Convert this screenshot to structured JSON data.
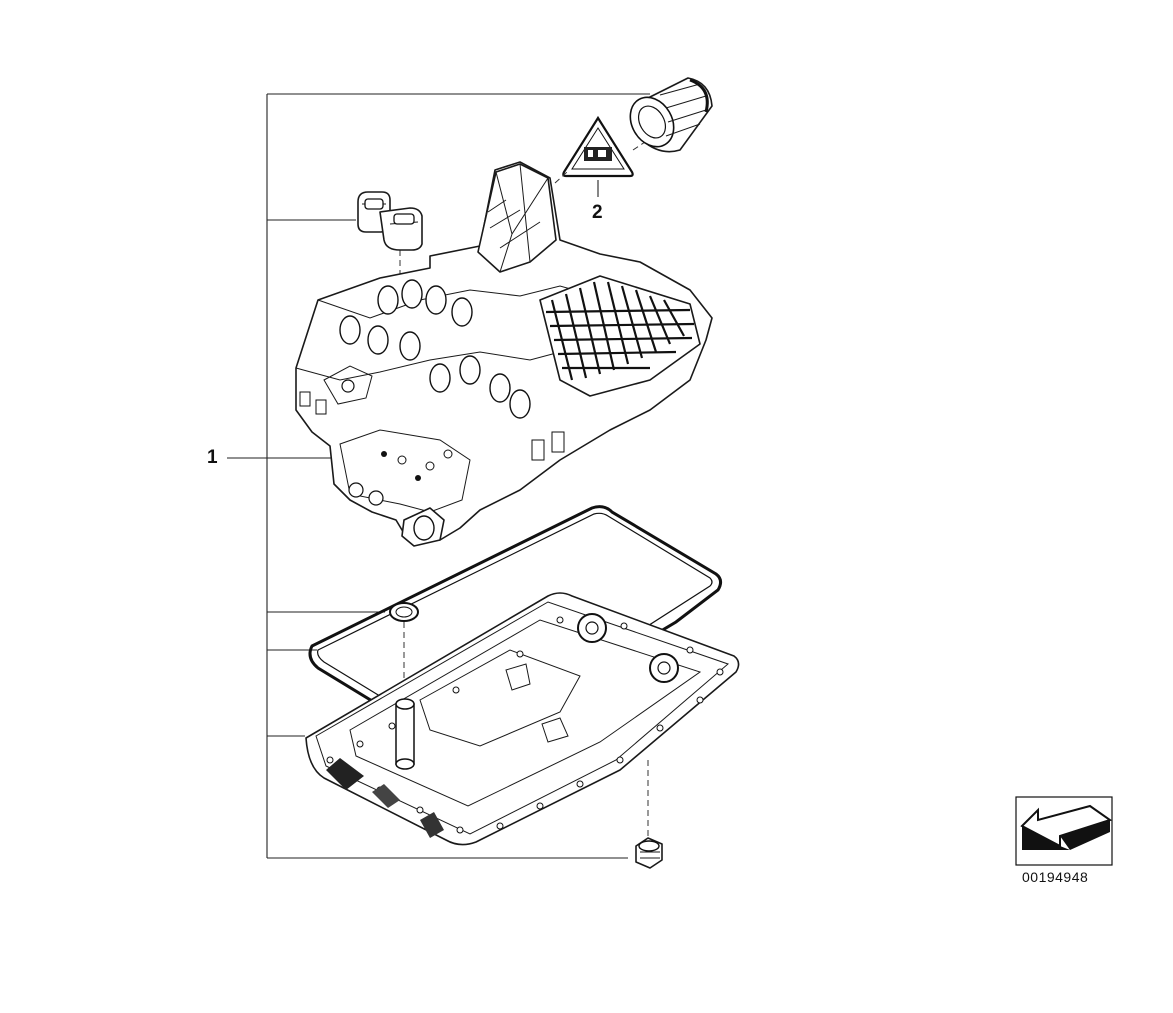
{
  "callouts": [
    {
      "id": "1",
      "label": "1"
    },
    {
      "id": "2",
      "label": "2"
    }
  ],
  "document_number": "00194948",
  "icons": [
    "warning-triangle-icon",
    "view-direction-arrow-icon"
  ],
  "parts": [
    "mechatronic-valve-body",
    "adapter-sleeve-connector",
    "seal-sleeves",
    "oil-pan-gasket",
    "sealing-ring",
    "oil-pan-with-filter",
    "oil-drain-plug"
  ]
}
